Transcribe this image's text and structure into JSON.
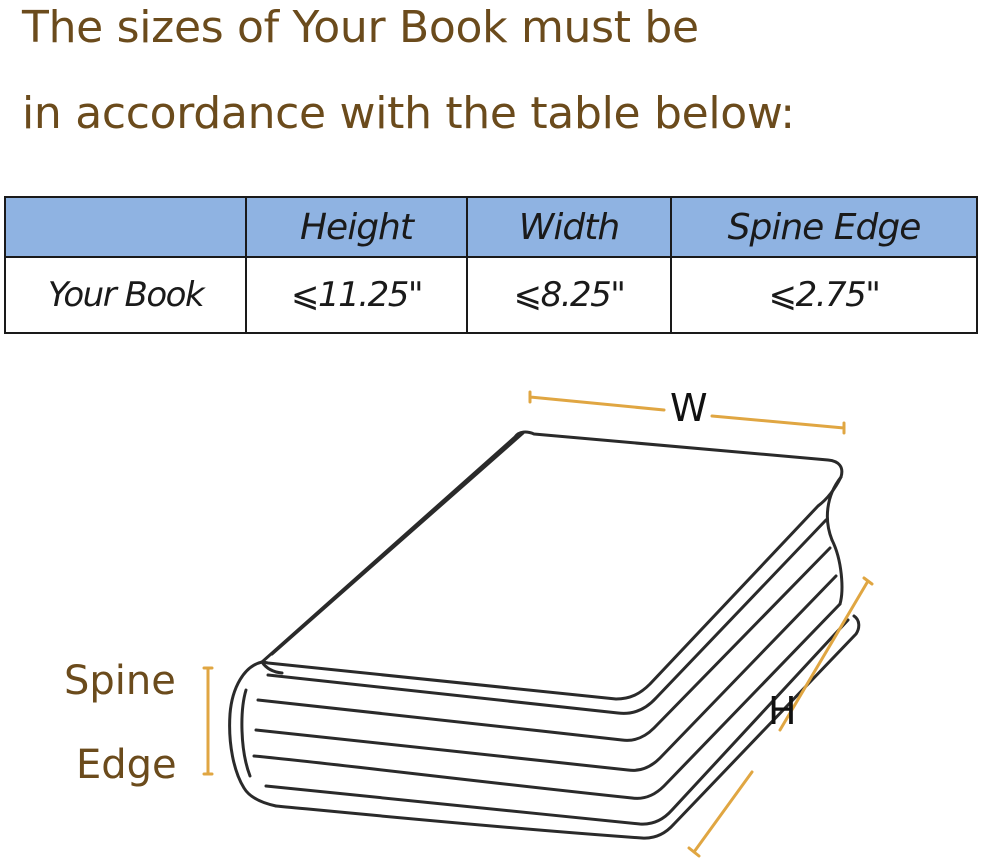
{
  "heading": {
    "line1": "The sizes of Your Book must be",
    "line2": "in accordance with the table below:"
  },
  "table": {
    "headers": [
      "",
      "Height",
      "Width",
      "Spine Edge"
    ],
    "row": {
      "label": "Your Book",
      "height": "⩽11.25\"",
      "width": "⩽8.25\"",
      "spine_edge": "⩽2.75\""
    }
  },
  "diagram": {
    "width_label": "W",
    "height_label": "H",
    "spine_label_line1": "Spine",
    "spine_label_line2": "Edge"
  },
  "colors": {
    "heading_text": "#6b4b1c",
    "header_bg": "#8fb3e2",
    "dimension_line": "#e0a642"
  }
}
